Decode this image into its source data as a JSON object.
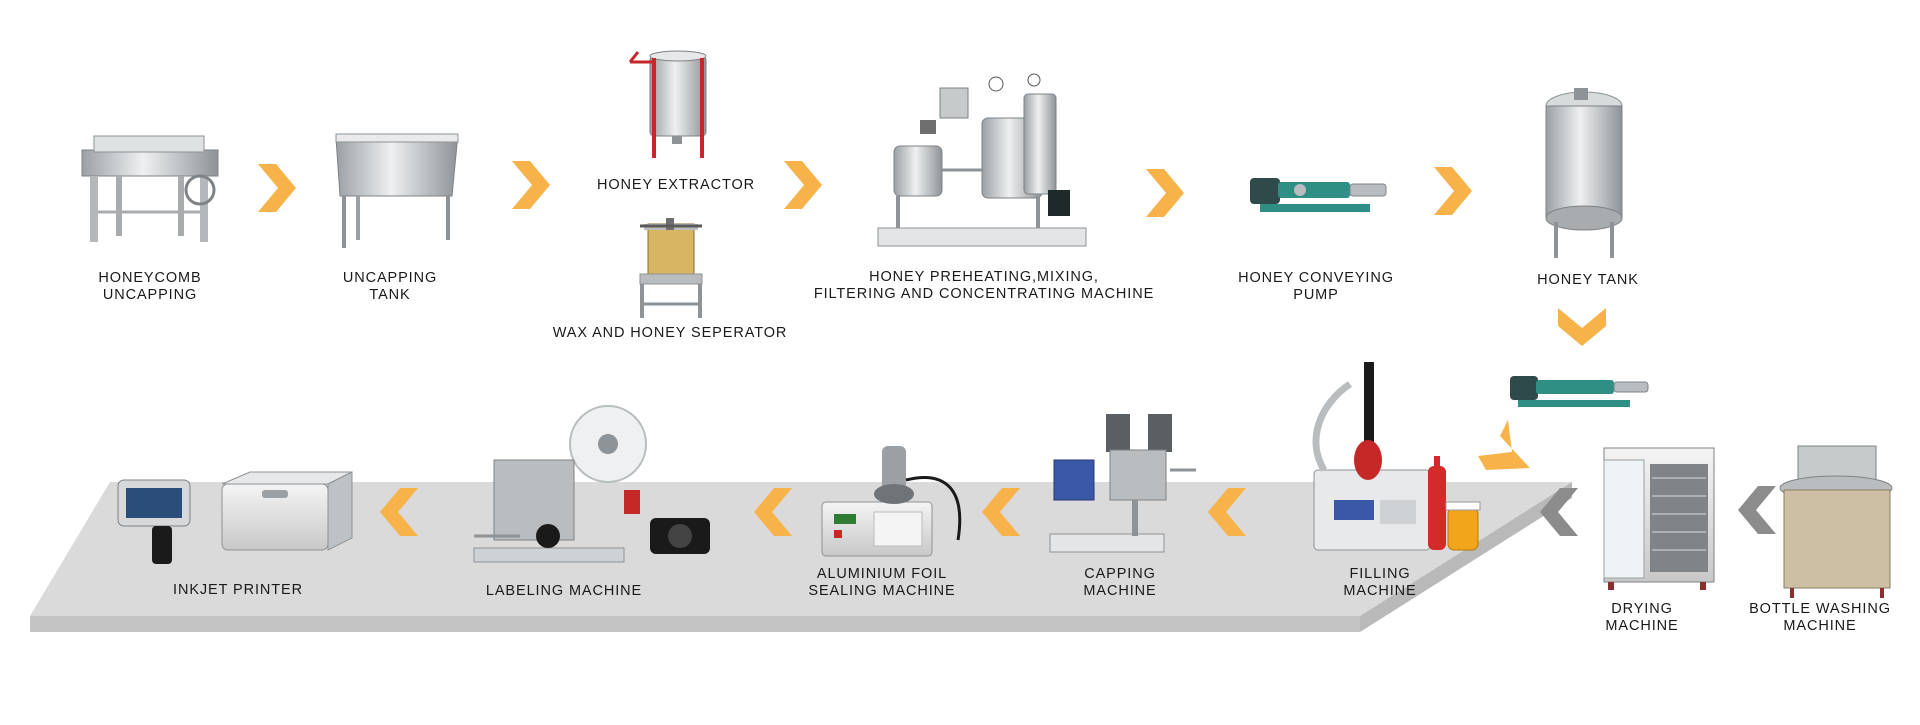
{
  "stages": {
    "honeycomb_uncapping": "HONEYCOMB\nUNCAPPING",
    "uncapping_tank": "UNCAPPING\nTANK",
    "honey_extractor": "HONEY EXTRACTOR",
    "wax_separator": "WAX AND HONEY SEPERATOR",
    "preheating_machine": "HONEY PREHEATING,MIXING,\nFILTERING AND CONCENTRATING MACHINE",
    "conveying_pump": "HONEY CONVEYING\nPUMP",
    "honey_tank": "HONEY TANK",
    "bottle_washing": "BOTTLE WASHING\nMACHINE",
    "drying_machine": "DRYING\nMACHINE",
    "filling_machine": "FILLING\nMACHINE",
    "capping_machine": "CAPPING\nMACHINE",
    "foil_sealing": "ALUMINIUM FOIL\nSEALING MACHINE",
    "labeling_machine": "LABELING MACHINE",
    "inkjet_printer": "INKJET PRINTER"
  },
  "colors": {
    "arrow_orange": "#f7b24a",
    "arrow_gray": "#8c8c8c",
    "platform_top": "#dadada",
    "platform_edge": "#c4c4c4",
    "steel": "#c9ccce",
    "steel_dark": "#8e9397",
    "pump_teal": "#2f8f85"
  }
}
